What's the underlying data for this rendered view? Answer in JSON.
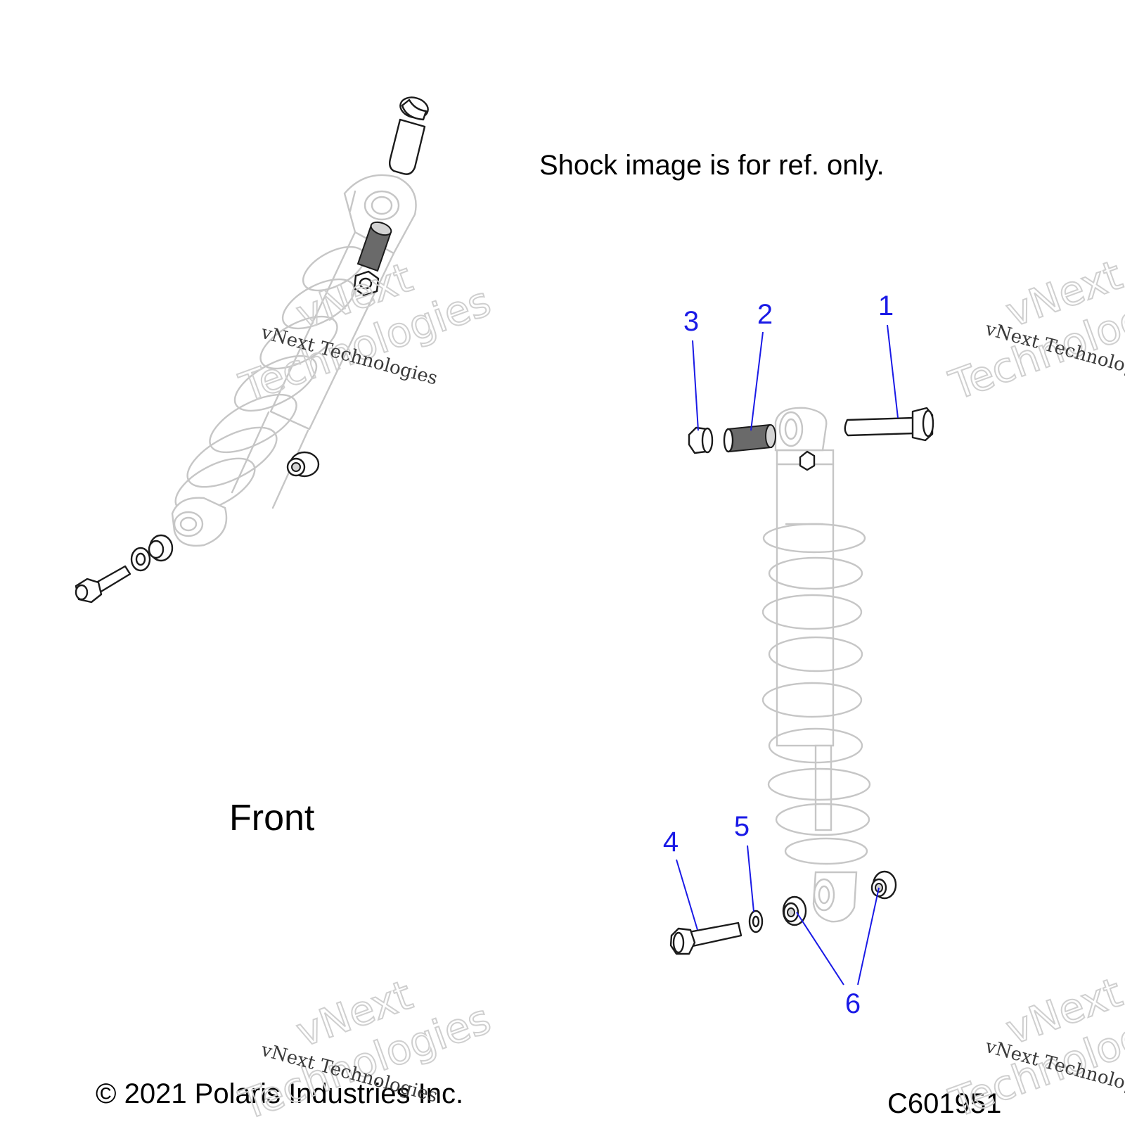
{
  "notes": {
    "reference": "Shock image is for ref. only.",
    "view_label": "Front"
  },
  "footer": {
    "copyright": "© 2021 Polaris Industries Inc.",
    "figure_code": "C601951"
  },
  "callouts": [
    {
      "id": "1",
      "label": "1"
    },
    {
      "id": "2",
      "label": "2"
    },
    {
      "id": "3",
      "label": "3"
    },
    {
      "id": "4",
      "label": "4"
    },
    {
      "id": "5",
      "label": "5"
    },
    {
      "id": "6",
      "label": "6"
    }
  ],
  "watermark": {
    "brand_big_1": "vNext",
    "brand_big_2": "Technologies",
    "brand_small": "vNext Technologies"
  },
  "colors": {
    "callout": "#1a1ae6",
    "ghost_lines": "#c6c6c6",
    "part_outline": "#1b1b1b"
  }
}
